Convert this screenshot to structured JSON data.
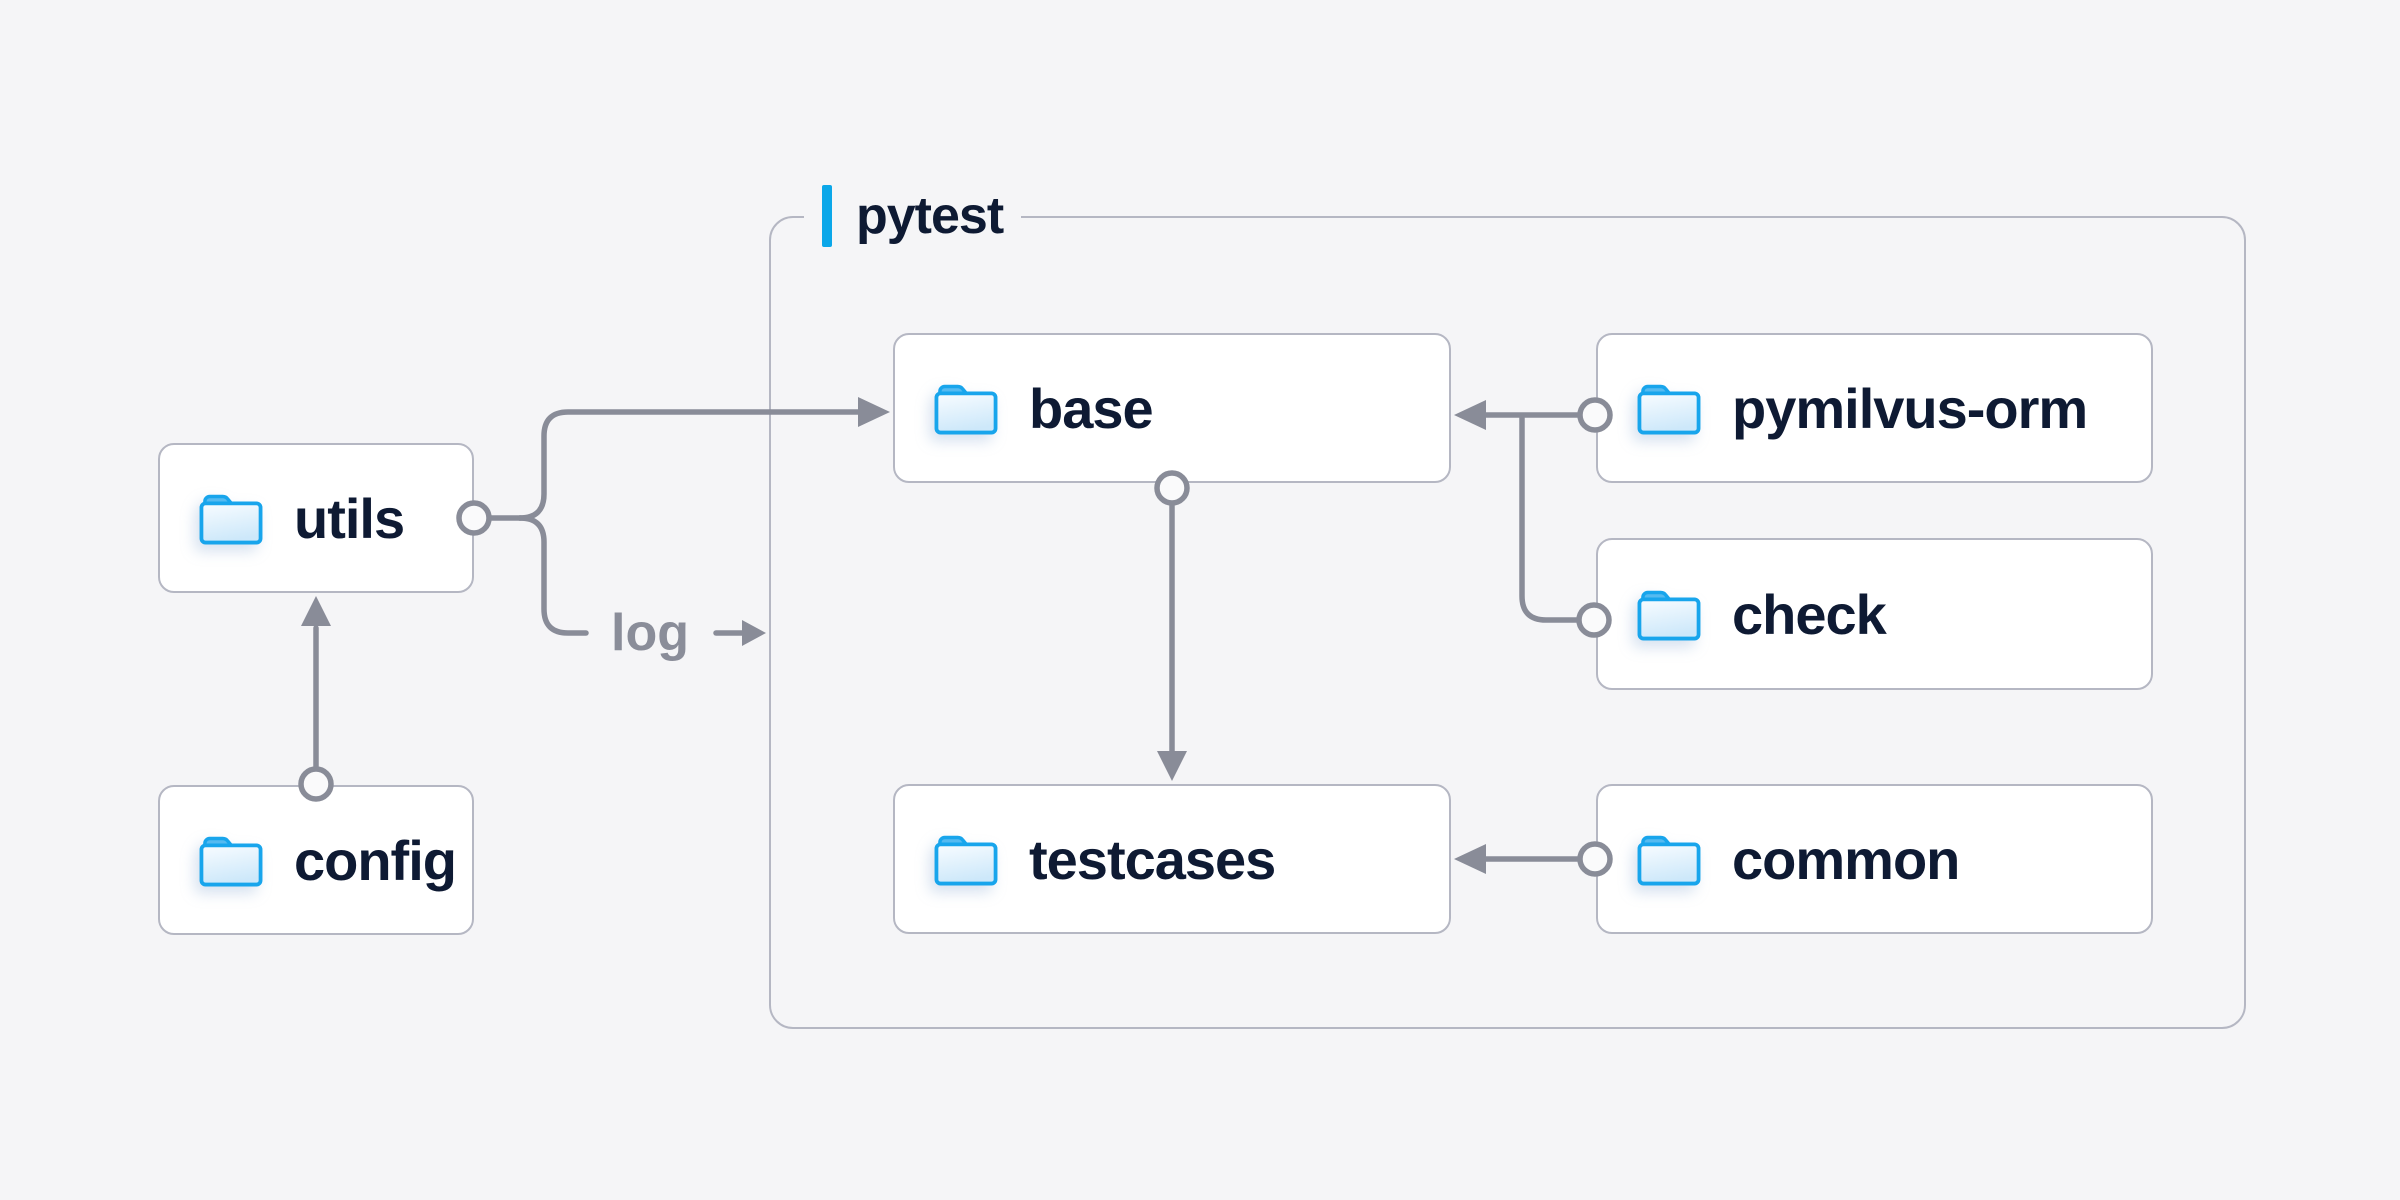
{
  "group": {
    "label": "pytest"
  },
  "nodes": {
    "utils": {
      "label": "utils",
      "icon": "folder-icon"
    },
    "config": {
      "label": "config",
      "icon": "folder-icon"
    },
    "base": {
      "label": "base",
      "icon": "folder-icon"
    },
    "pymilvus_orm": {
      "label": "pymilvus-orm",
      "icon": "folder-icon"
    },
    "check": {
      "label": "check",
      "icon": "folder-icon"
    },
    "testcases": {
      "label": "testcases",
      "icon": "folder-icon"
    },
    "common": {
      "label": "common",
      "icon": "folder-icon"
    }
  },
  "edges": [
    {
      "from": "config",
      "to": "utils",
      "style": "arrow"
    },
    {
      "from": "utils",
      "to": "base",
      "style": "arrow"
    },
    {
      "from": "utils",
      "to": "log",
      "style": "arrow",
      "label": "log"
    },
    {
      "from": "base",
      "to": "testcases",
      "style": "arrow"
    },
    {
      "from": "pymilvus-orm",
      "to": "base",
      "style": "arrow"
    },
    {
      "from": "check",
      "to": "base",
      "style": "arrow"
    },
    {
      "from": "common",
      "to": "testcases",
      "style": "arrow"
    }
  ],
  "colors": {
    "background": "#f5f5f7",
    "node_fill": "#ffffff",
    "border_gray": "#b5b7c3",
    "connector_gray": "#898c98",
    "accent_blue": "#0ba7e9",
    "folder_blue": "#18a5ec",
    "text_dark": "#0e1a33",
    "text_muted": "#8a8d99"
  }
}
